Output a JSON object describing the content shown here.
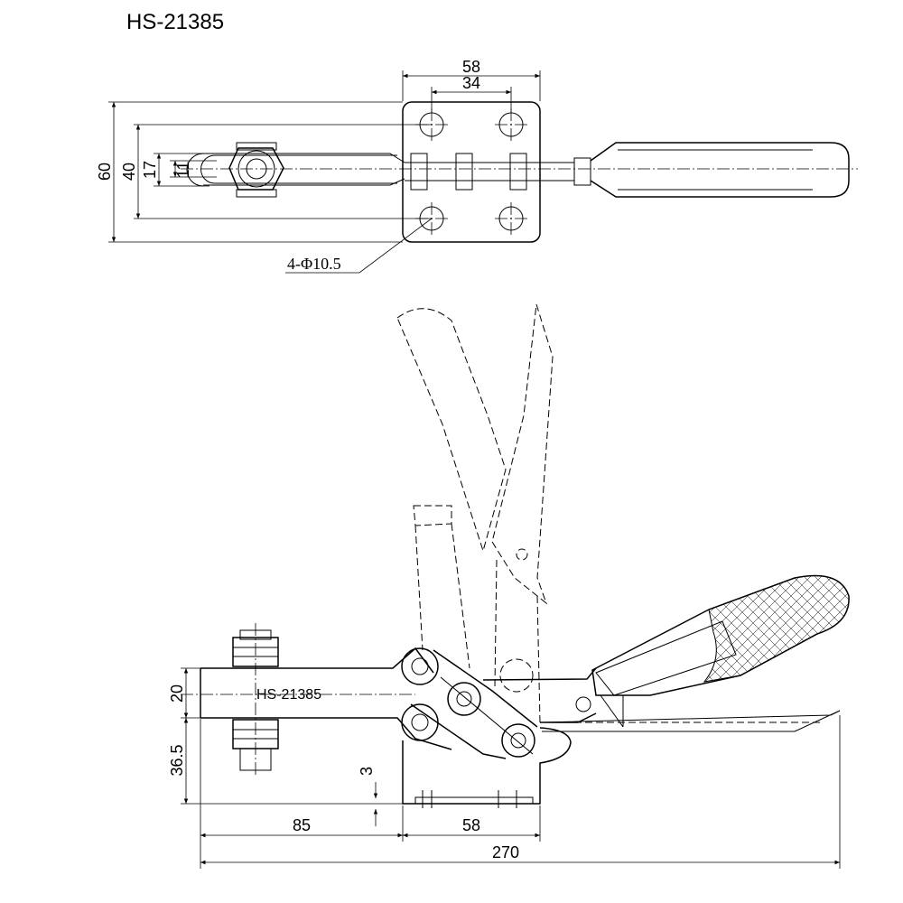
{
  "title": "HS-21385",
  "top_view": {
    "dims": {
      "width_outer": "58",
      "width_inner": "34",
      "height_60": "60",
      "height_40": "40",
      "height_17": "17",
      "height_11": "11"
    },
    "hole_callout": "4-Φ10.5"
  },
  "side_view": {
    "body_label": "HS-21385",
    "dims": {
      "h20": "20",
      "h36_5": "36.5",
      "h3": "3",
      "len85": "85",
      "len58": "58",
      "len270": "270"
    }
  }
}
